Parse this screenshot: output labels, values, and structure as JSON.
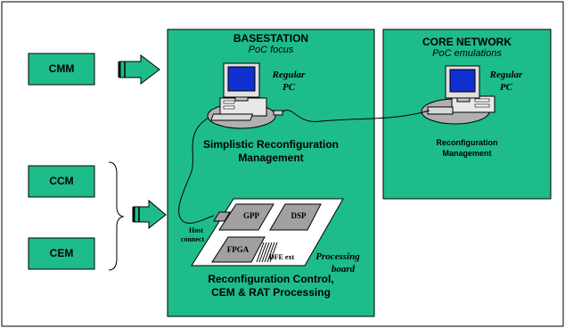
{
  "left_boxes": {
    "cmm": "CMM",
    "ccm": "CCM",
    "cem": "CEM"
  },
  "basestation": {
    "title": "BASESTATION",
    "subtitle": "PoC focus",
    "pc_label_line1": "Regular",
    "pc_label_line2": "PC",
    "mgmt_line1": "Simplistic Reconfiguration",
    "mgmt_line2": "Management",
    "board_chips": {
      "gpp": "GPP",
      "dsp": "DSP",
      "fpga": "FPGA",
      "dfe": "DFE ext",
      "host_line1": "Host",
      "host_line2": "connect"
    },
    "board_label_line1": "Processing",
    "board_label_line2": "board",
    "footer_line1": "Reconfiguration Control,",
    "footer_line2": "CEM & RAT Processing"
  },
  "core_network": {
    "title": "CORE NETWORK",
    "subtitle": "PoC emulations",
    "pc_label_line1": "Regular",
    "pc_label_line2": "PC",
    "mgmt_line1": "Reconfiguration",
    "mgmt_line2": "Management"
  },
  "colors": {
    "panel_fill": "#1ebc8a",
    "box_fill": "#1ebc8a",
    "chip_fill": "#a0a0a0",
    "screen_blue": "#1030d0",
    "border": "#000000"
  }
}
